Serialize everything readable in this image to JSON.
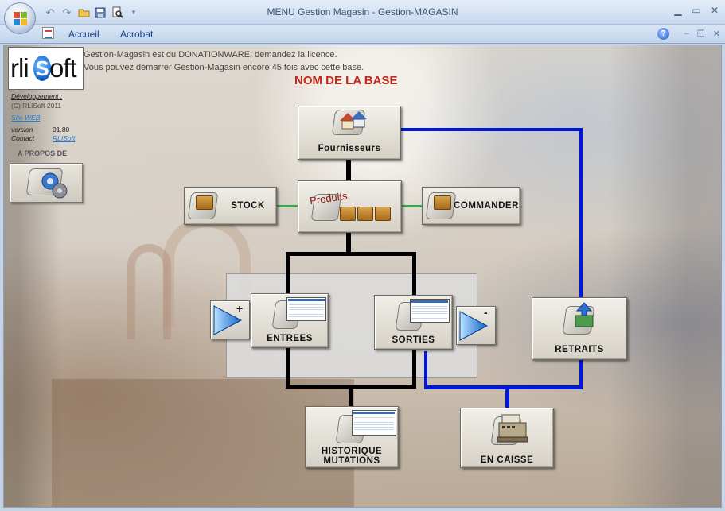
{
  "window": {
    "title": "MENU Gestion Magasin - Gestion-MAGASIN",
    "controls": [
      "minimize",
      "maximize",
      "close"
    ]
  },
  "quick_access": [
    "undo-icon",
    "redo-icon",
    "open-folder-icon",
    "save-icon",
    "print-preview-icon",
    "customize-arrow-icon"
  ],
  "ribbon": {
    "tabs": [
      "Accueil",
      "Acrobat"
    ],
    "help_symbol": "?"
  },
  "sidebar": {
    "logo": {
      "left": "rli",
      "mid": "S",
      "right": "oft"
    },
    "dev_label": "Développement :",
    "copyright": "(C) RLISoft 2011",
    "link1": "Site WEB",
    "version_label": "version",
    "version_value": "01.80",
    "contact_label": "Contact",
    "contact_value": "RLISoft",
    "about_label": "A PROPOS DE"
  },
  "notice": {
    "line1": "Gestion-Magasin est du DONATIONWARE; demandez la licence.",
    "line2": "Vous pouvez démarrer Gestion-Magasin encore 45 fois avec cette base."
  },
  "db_name": "NOM DE LA BASE",
  "buttons": {
    "fournisseurs": "Fournisseurs",
    "stock": "STOCK",
    "produits": "Produits",
    "commander": "COMMANDER",
    "entrees": "ENTREES",
    "sorties": "SORTIES",
    "retraits": "RETRAITS",
    "historique_line1": "HISTORIQUE",
    "historique_line2": "MUTATIONS",
    "en_caisse": "EN CAISSE",
    "plus": "+",
    "minus": "-"
  },
  "colors": {
    "db_name": "#c0271a",
    "line_black": "#000000",
    "line_blue": "#0016d8",
    "line_green": "#3aa84a",
    "link": "#1d7cd6"
  }
}
